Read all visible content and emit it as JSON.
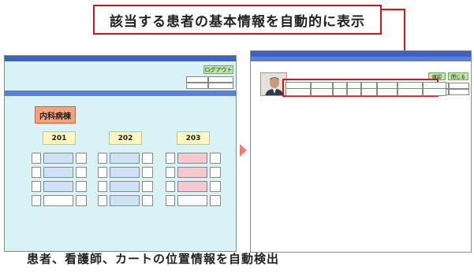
{
  "callout": {
    "text": "該当する患者の基本情報を自動的に表示"
  },
  "caption": {
    "text": "患者、看護師、カートの位置情報を自動検出"
  },
  "left_window": {
    "title": "",
    "logout_label": "ログアウト",
    "ward_label": "内科病棟",
    "rooms": [
      {
        "number": "201",
        "beds": [
          {
            "no": "",
            "name": ""
          },
          {
            "no": "",
            "name": ""
          },
          {
            "no": "",
            "name": ""
          },
          {
            "no": "",
            "name": ""
          }
        ]
      },
      {
        "number": "202",
        "beds": [
          {
            "no": "",
            "name": ""
          },
          {
            "no": "",
            "name": ""
          },
          {
            "no": "",
            "name": ""
          },
          {
            "no": "",
            "name": ""
          }
        ]
      },
      {
        "number": "203",
        "beds": [
          {
            "no": "",
            "name": ""
          },
          {
            "no": "",
            "name": ""
          },
          {
            "no": "",
            "name": ""
          },
          {
            "no": "",
            "name": ""
          }
        ]
      }
    ]
  },
  "right_window": {
    "title": "",
    "confirm_label": "確認",
    "close_label": "閉じる",
    "patient_table": {
      "headers": [
        "",
        "",
        "",
        "",
        "",
        "",
        "",
        ""
      ],
      "values": [
        "",
        "",
        "",
        "",
        "",
        "",
        "",
        ""
      ]
    }
  },
  "colors": {
    "callout_border": "#d01818",
    "window_bg_left": "#d9f2f6",
    "ward_label": "#f7a27c",
    "room_header": "#fbf7c2",
    "button_green": "#bfe5a3",
    "titlebar": "#3d62c7"
  }
}
